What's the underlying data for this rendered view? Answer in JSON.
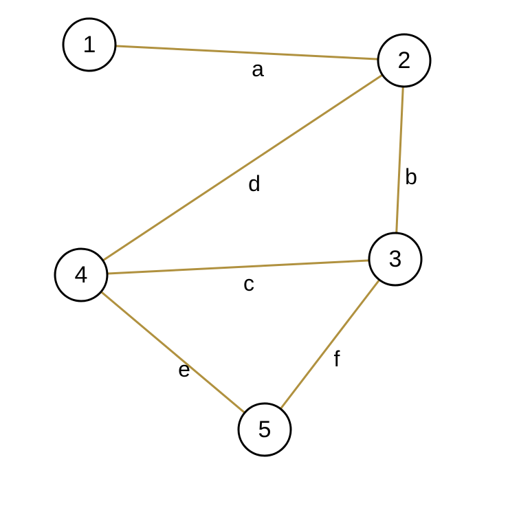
{
  "graph": {
    "edge_color": "#b0913f",
    "node_stroke": "#000000",
    "nodes": [
      {
        "id": "1",
        "label": "1"
      },
      {
        "id": "2",
        "label": "2"
      },
      {
        "id": "3",
        "label": "3"
      },
      {
        "id": "4",
        "label": "4"
      },
      {
        "id": "5",
        "label": "5"
      }
    ],
    "edges": [
      {
        "label": "a",
        "from": "1",
        "to": "2"
      },
      {
        "label": "b",
        "from": "2",
        "to": "3"
      },
      {
        "label": "c",
        "from": "4",
        "to": "3"
      },
      {
        "label": "d",
        "from": "4",
        "to": "2"
      },
      {
        "label": "e",
        "from": "4",
        "to": "5"
      },
      {
        "label": "f",
        "from": "5",
        "to": "3"
      }
    ]
  }
}
